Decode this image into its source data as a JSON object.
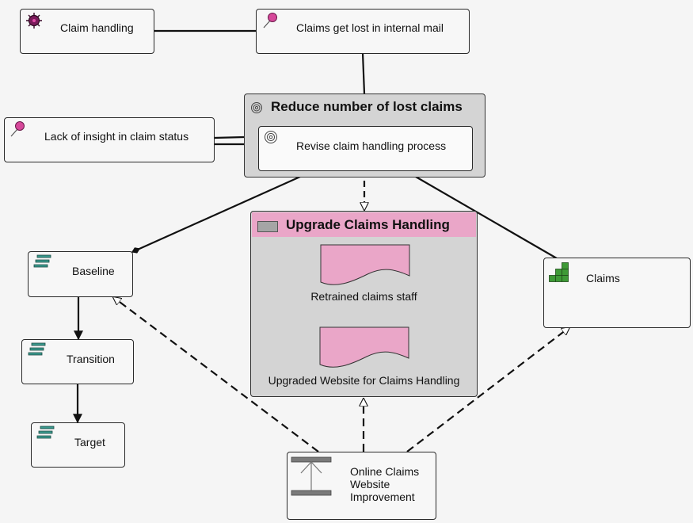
{
  "diagram": {
    "nodes": {
      "claim_handling": {
        "label": "Claim handling",
        "icon": "business-function-icon"
      },
      "lost_mail": {
        "label": "Claims get lost in internal mail",
        "icon": "assessment-icon"
      },
      "lack_insight": {
        "label": "Lack of insight in claim status",
        "icon": "assessment-icon"
      },
      "goal_group": {
        "label": "Reduce number of lost claims",
        "icon": "goal-icon"
      },
      "revise_process": {
        "label": "Revise claim handling process",
        "icon": "goal-icon"
      },
      "work_package": {
        "label": "Upgrade Claims Handling",
        "icon": "work-package-icon"
      },
      "deliverable_staff": {
        "label": "Retrained claims staff",
        "icon": "deliverable-icon"
      },
      "deliverable_website": {
        "label": "Upgraded Website for Claims Handling",
        "icon": "deliverable-icon"
      },
      "baseline": {
        "label": "Baseline",
        "icon": "plateau-icon"
      },
      "transition": {
        "label": "Transition",
        "icon": "plateau-icon"
      },
      "target": {
        "label": "Target",
        "icon": "plateau-icon"
      },
      "claims": {
        "label": "Claims",
        "icon": "data-object-icon"
      },
      "online_improvement": {
        "label_lines": [
          "Online Claims",
          "Website",
          "Improvement"
        ],
        "icon": "gap-icon"
      }
    },
    "edges": [
      {
        "from": "claim_handling",
        "to": "lost_mail",
        "type": "association"
      },
      {
        "from": "lost_mail",
        "to": "goal_group",
        "type": "association"
      },
      {
        "from": "lack_insight",
        "to": "goal_group",
        "type": "association"
      },
      {
        "from": "lack_insight",
        "to": "revise_process",
        "type": "association"
      },
      {
        "from": "revise_process",
        "to": "baseline",
        "type": "aggregation"
      },
      {
        "from": "revise_process",
        "to": "work_package",
        "type": "realization"
      },
      {
        "from": "revise_process",
        "to": "claims",
        "type": "association"
      },
      {
        "from": "baseline",
        "to": "transition",
        "type": "triggering"
      },
      {
        "from": "transition",
        "to": "target",
        "type": "triggering"
      },
      {
        "from": "online_improvement",
        "to": "baseline",
        "type": "realization"
      },
      {
        "from": "online_improvement",
        "to": "work_package",
        "type": "realization"
      },
      {
        "from": "online_improvement",
        "to": "claims",
        "type": "realization"
      }
    ],
    "colors": {
      "background": "#f5f5f5",
      "node_fill": "#f7f7f7",
      "group_fill": "#d4d4d4",
      "work_package_header": "#eaa6c8",
      "deliverable_fill": "#eaa6c8",
      "assessment_pin": "#d6489a",
      "plateau_bars": "#3a9a8e",
      "data_object_green": "#3e9a36"
    }
  }
}
